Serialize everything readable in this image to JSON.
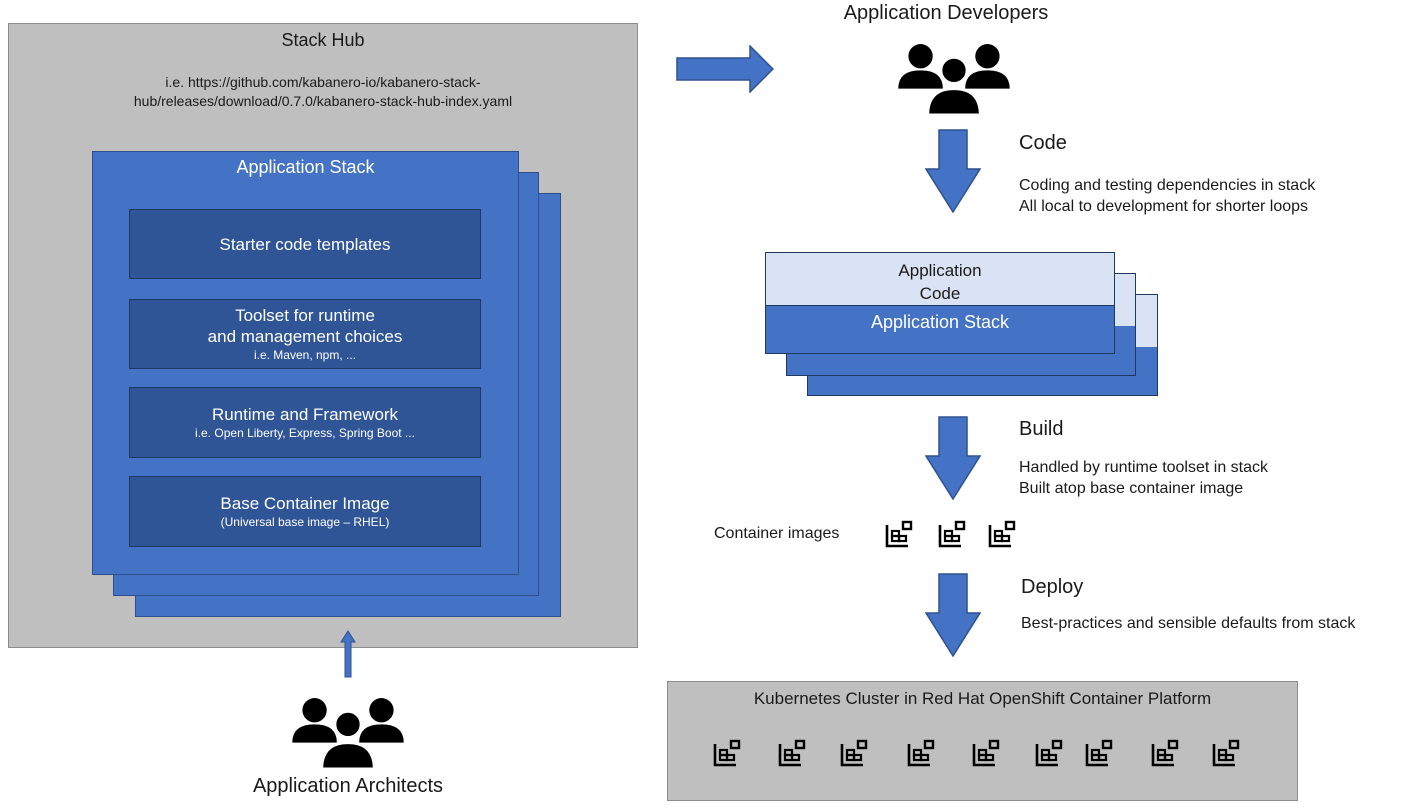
{
  "stack_hub": {
    "title": "Stack Hub",
    "url_line1": "i.e. https://github.com/kabanero-io/kabanero-stack-",
    "url_line2": "hub/releases/download/0.7.0/kabanero-stack-hub-index.yaml"
  },
  "application_stack": {
    "title": "Application Stack",
    "layers": [
      {
        "name": "Starter code templates",
        "detail": ""
      },
      {
        "name_line1": "Toolset for runtime",
        "name_line2": "and management choices",
        "detail": "i.e. Maven, npm, ..."
      },
      {
        "name": "Runtime and Framework",
        "detail": "i.e. Open Liberty, Express, Spring Boot ..."
      },
      {
        "name": "Base Container Image",
        "detail": "(Universal base image – RHEL)"
      }
    ]
  },
  "architects": {
    "label": "Application Architects",
    "icon": "user-group-icon"
  },
  "developers": {
    "label": "Application Developers",
    "icon": "user-group-icon"
  },
  "steps": {
    "code": {
      "title": "Code",
      "desc_line1": "Coding and testing dependencies in stack",
      "desc_line2": "All local to development for shorter loops"
    },
    "build": {
      "title": "Build",
      "desc_line1": "Handled by runtime toolset in stack",
      "desc_line2": "Built atop base container image"
    },
    "deploy": {
      "title": "Deploy",
      "desc_line1": "Best-practices and sensible defaults from stack"
    }
  },
  "app_card": {
    "code_line1": "Application",
    "code_line2": "Code",
    "stack_label": "Application Stack"
  },
  "container_images": {
    "label": "Container images",
    "count": 3,
    "icon": "container-image-icon"
  },
  "cluster": {
    "title": "Kubernetes Cluster in Red Hat OpenShift Container Platform",
    "container_count": 9,
    "icon": "container-image-icon"
  },
  "colors": {
    "hub_gray": "#bfbfbf",
    "stack_blue": "#4472c4",
    "layer_dark_blue": "#2f5597",
    "code_light_blue": "#dae3f3"
  }
}
